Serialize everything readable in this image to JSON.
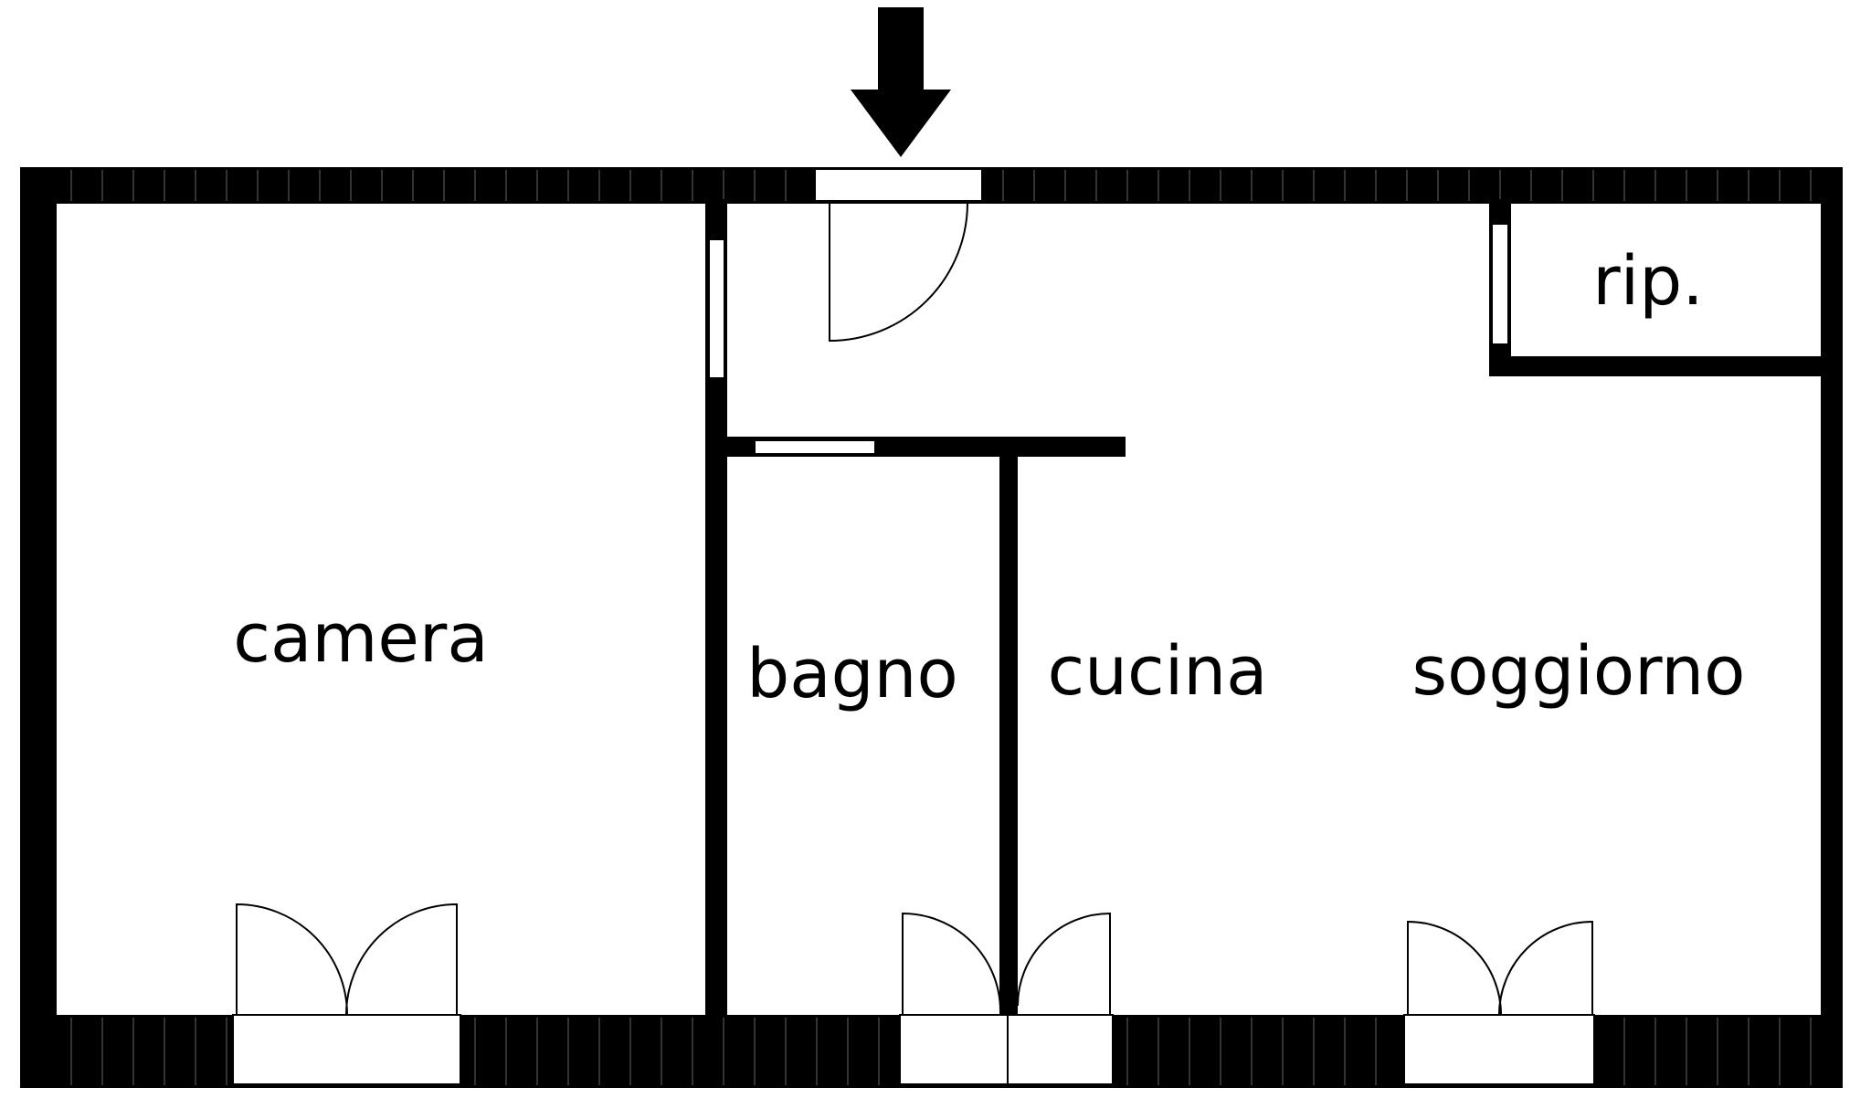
{
  "rooms": {
    "camera": "camera",
    "bagno": "bagno",
    "cucina": "cucina",
    "soggiorno": "soggiorno",
    "ripostiglio": "rip."
  },
  "entrance": {
    "icon": "arrow-down-icon"
  },
  "colors": {
    "wall": "#000000",
    "background": "#ffffff"
  }
}
